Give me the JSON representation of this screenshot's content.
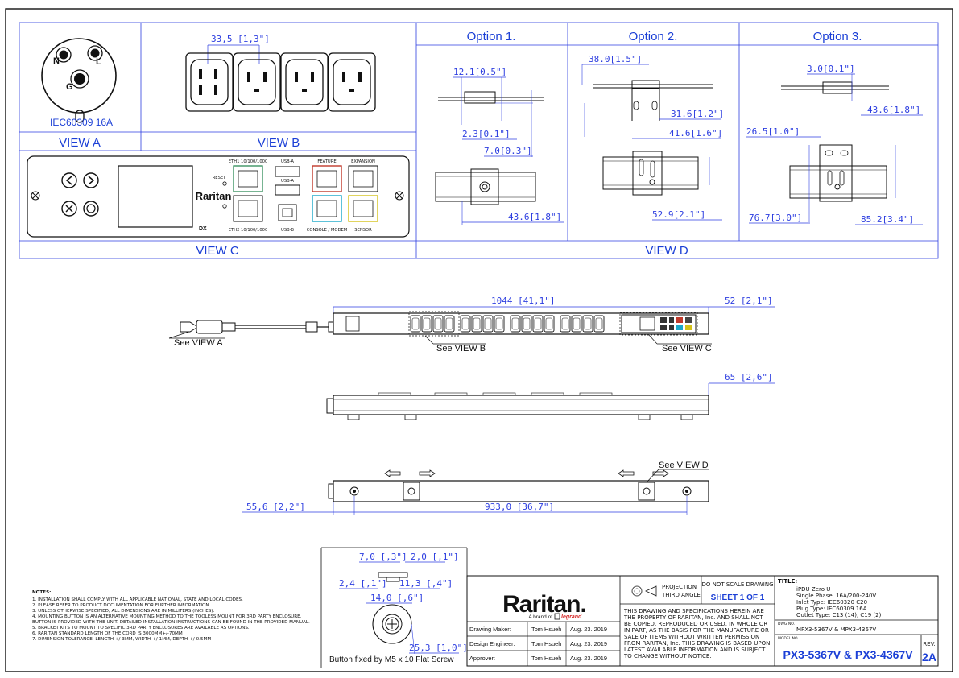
{
  "views": {
    "view_a": {
      "label": "VIEW A",
      "plug_type": "IEC60309 16A",
      "pins": {
        "n": "N",
        "l": "L",
        "g": "G"
      }
    },
    "view_b": {
      "label": "VIEW B",
      "dim": "33,5 [1,3\"]"
    },
    "view_c": {
      "label": "VIEW C",
      "logo": "Raritan",
      "panel_labels": {
        "reset": "RESET",
        "eth1": "ETH1 10/100/1000",
        "eth2": "ETH2 10/100/1000",
        "usb_a1": "USB-A",
        "usb_a2": "USB-A",
        "usb_b": "USB-B",
        "feature": "FEATURE",
        "expansion": "EXPANSION",
        "console": "CONSOLE / MODEM",
        "sensor": "SENSOR"
      },
      "colors": {
        "eth": "#2e8b57",
        "feature": "#c0392b",
        "console": "#1aa7c9",
        "sensor": "#d4c21a"
      }
    },
    "view_d": {
      "label": "VIEW D",
      "options": [
        {
          "title": "Option 1.",
          "dims": [
            "12.1[0.5\"]",
            "2.3[0.1\"]",
            "7.0[0.3\"]",
            "43.6[1.8\"]"
          ]
        },
        {
          "title": "Option  2.",
          "dims": [
            "38.0[1.5\"]",
            "31.6[1.2\"]",
            "41.6[1.6\"]",
            "52.9[2.1\"]"
          ]
        },
        {
          "title": "Option 3.",
          "dims": [
            "3.0[0.1\"]",
            "43.6[1.8\"]",
            "26.5[1.0\"]",
            "76.7[3.0\"]",
            "85.2[3.4\"]"
          ]
        }
      ]
    }
  },
  "main": {
    "dims": {
      "length": "1044  [41,1\"]",
      "width": "52  [2,1\"]",
      "depth": "65  [2,6\"]",
      "end_offset": "55,6  [2,2\"]",
      "hole_spacing": "933,0  [36,7\"]"
    },
    "callouts": {
      "see_a": "See VIEW A",
      "see_b": "See VIEW B",
      "see_c": "See VIEW C",
      "see_d": "See VIEW D"
    }
  },
  "button_detail": {
    "dims": [
      "7,0  [,3\"]",
      "2,0  [,1\"]",
      "2,4  [,1\"]",
      "11,3  [,4\"]",
      "14,0  [,6\"]",
      "25,3  [1,0\"]"
    ],
    "caption": "Button fixed by M5 x 10 Flat Screw"
  },
  "notes": {
    "title": "NOTES:",
    "lines": [
      "1. INSTALLATION SHALL COMPLY WITH ALL APPLICABLE NATIONAL, STATE AND LOCAL CODES.",
      "2. PLEASE REFER TO PRODUCT DOCUMENTATION FOR FURTHER INFORMATION.",
      "3. UNLESS OTHERWISE SPECIFIED, ALL DIMENSIONS ARE IN MILLITERS (INCHES).",
      "4. MOUNTING BUTTON IS AN ALTERNATIVE MOUNTING METHOD TO THE TOOLESS MOUNT FOR 3RD PARTY ENCLOSURE.",
      "   BUTTON IS PROVIDED WITH THE UNIT. DETAILED INSTALLATION INSTRUCTIONS CAN BE FOUND IN THE PROVIDED MANUAL.",
      "5. BRACKET KITS TO MOUNT TO SPECIFIC 3RD PARTY ENCLOSURES ARE AVAILABLE AS OPTIONS.",
      "6. RARITAN STANDARD LENGTH OF THE CORD IS 3000MM+/-70MM",
      "7. DIMENSION TOLERANCE: LENGTH +/-3MM, WIDTH +/-1MM, DEPTH +/-0.5MM"
    ]
  },
  "title_block": {
    "logo": "Raritan.",
    "brand_line": "A brand of",
    "brand_name": "legrand",
    "rows": [
      {
        "role": "Drawing Maker:",
        "name": "Tom Hsueh",
        "date": "Aug. 23. 2019"
      },
      {
        "role": "Design Engineer:",
        "name": "Tom Hsueh",
        "date": "Aug. 23. 2019"
      },
      {
        "role": "Approver:",
        "name": "Tom Hsueh",
        "date": "Aug. 23. 2019"
      }
    ],
    "projection": "PROJECTION",
    "projection_2": "THIRD ANGLE",
    "scale_note": "DO NOT SCALE DRAWING",
    "sheet": "SHEET 1 OF 1",
    "disclaimer": [
      "THIS DRAWING AND SPECIFICATIONS HEREIN ARE",
      "THE PROPERTY OF RARITAN, Inc. AND SHALL NOT",
      "BE COPIED, REPRODUCED OR USED, IN WHOLE OR",
      "IN PART, AS THE BASIS FOR THE MANUFACTURE OR",
      "SALE OF ITEMS WITHOUT WRITTEN PERMISSION",
      "FROM RARITAN, Inc. THIS DRAWING IS BASED UPON",
      "LATEST AVAILABLE INFORMATION AND IS SUBJECT",
      "TO CHANGE WITHOUT NOTICE."
    ],
    "title_label": "TITLE:",
    "title_lines": [
      "iPDU Zero U",
      "Single Phase, 16A/200-240V",
      "Inlet Type: IEC60320 C20",
      "Plug Type: IEC60309 16A",
      "Outlet Type: C13 (14), C19 (2)"
    ],
    "dwg_label": "DWG NO.",
    "dwg_no": "MPX3-5367V & MPX3-4367V",
    "model_label": "MODEL NO.",
    "model_no": "PX3-5367V & PX3-4367V",
    "rev_label": "REV.",
    "rev": "2A"
  }
}
